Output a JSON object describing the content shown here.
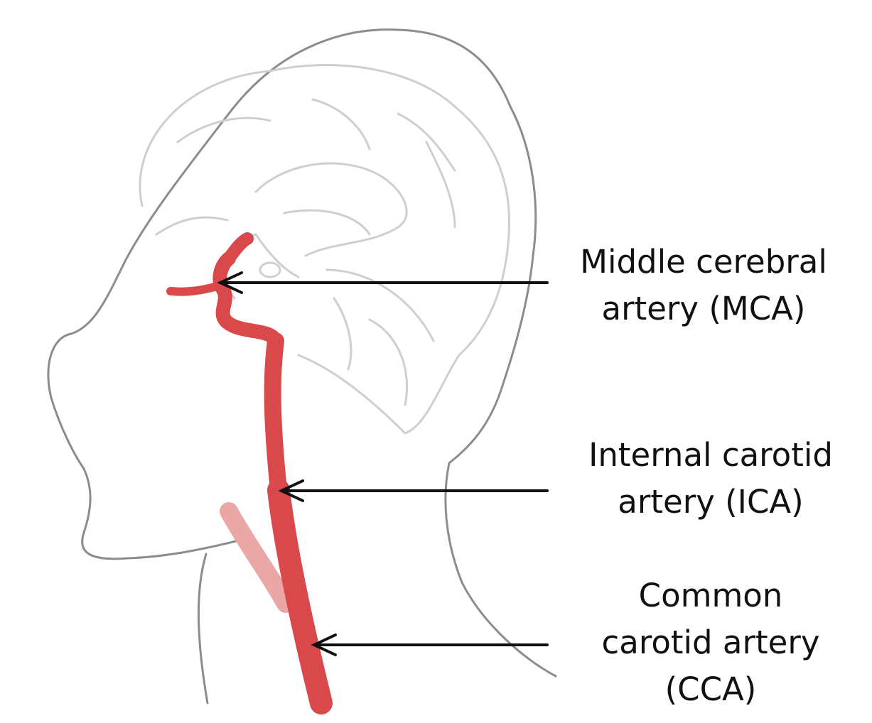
{
  "colors": {
    "artery": "#d9484a",
    "external_carotid": "#eaa7a6",
    "outline": "#8c8c8c",
    "brain": "#cfcfcf",
    "arrow": "#111111"
  },
  "labels": {
    "mca": {
      "line1": "Middle cerebral",
      "line2": "artery (MCA)"
    },
    "ica": {
      "line1": "Internal carotid",
      "line2": "artery (ICA)"
    },
    "cca": {
      "line1": "Common",
      "line2": "carotid artery",
      "line3": "(CCA)"
    }
  }
}
